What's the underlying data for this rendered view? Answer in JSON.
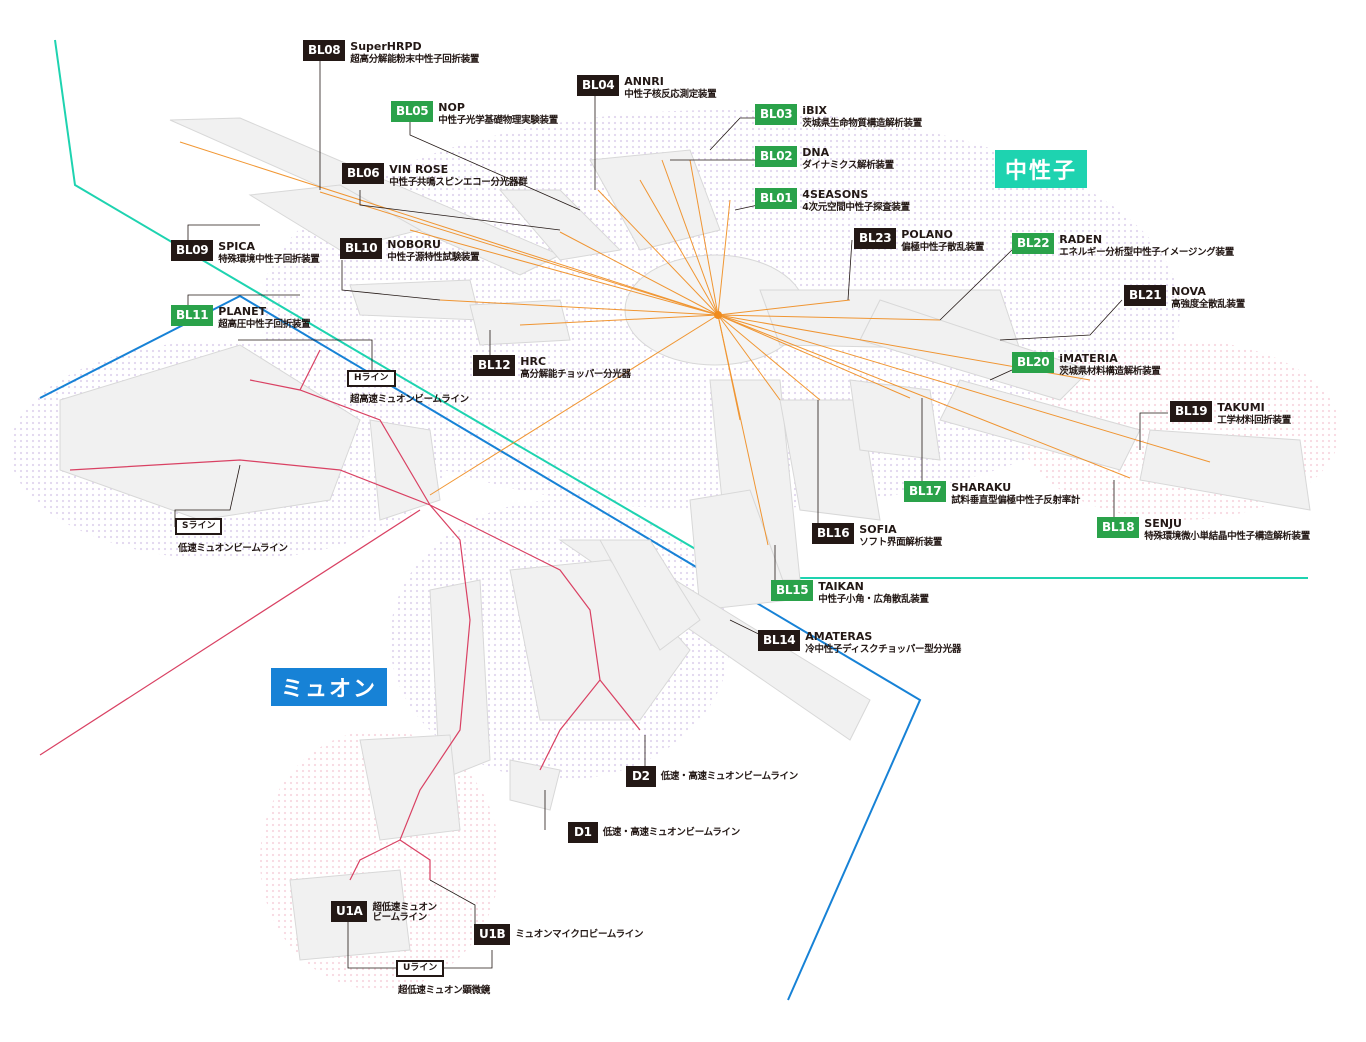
{
  "regions": {
    "neutron": {
      "label": "中性子",
      "color": "#1ed3b0"
    },
    "muon": {
      "label": "ミュオン",
      "color": "#1782d6"
    }
  },
  "colors": {
    "dark": "#231815",
    "green": "#2aa24a",
    "neutron_line": "#f08c1e",
    "muon_line": "#d94163"
  },
  "beamlines": {
    "BL08": {
      "code": "BL08",
      "name": "SuperHRPD",
      "desc": "超高分解能粉末中性子回折装置",
      "badge": "dark"
    },
    "BL04": {
      "code": "BL04",
      "name": "ANNRI",
      "desc": "中性子核反応測定装置",
      "badge": "dark"
    },
    "BL05": {
      "code": "BL05",
      "name": "NOP",
      "desc": "中性子光学基礎物理実験装置",
      "badge": "green"
    },
    "BL03": {
      "code": "BL03",
      "name": "iBIX",
      "desc": "茨城県生命物質構造解析装置",
      "badge": "green"
    },
    "BL02": {
      "code": "BL02",
      "name": "DNA",
      "desc": "ダイナミクス解析装置",
      "badge": "green"
    },
    "BL06": {
      "code": "BL06",
      "name": "VIN ROSE",
      "desc": "中性子共鳴スピンエコー分光器群",
      "badge": "dark"
    },
    "BL01": {
      "code": "BL01",
      "name": "4SEASONS",
      "desc": "4次元空間中性子探査装置",
      "badge": "green"
    },
    "BL23": {
      "code": "BL23",
      "name": "POLANO",
      "desc": "偏極中性子散乱装置",
      "badge": "dark"
    },
    "BL22": {
      "code": "BL22",
      "name": "RADEN",
      "desc": "エネルギー分析型中性子イメージング装置",
      "badge": "green"
    },
    "BL09": {
      "code": "BL09",
      "name": "SPICA",
      "desc": "特殊環境中性子回折装置",
      "badge": "dark"
    },
    "BL10": {
      "code": "BL10",
      "name": "NOBORU",
      "desc": "中性子源特性試験装置",
      "badge": "dark"
    },
    "BL21": {
      "code": "BL21",
      "name": "NOVA",
      "desc": "高強度全散乱装置",
      "badge": "dark"
    },
    "BL11": {
      "code": "BL11",
      "name": "PLANET",
      "desc": "超高圧中性子回折装置",
      "badge": "green"
    },
    "BL20": {
      "code": "BL20",
      "name": "iMATERIA",
      "desc": "茨城県材料構造解析装置",
      "badge": "green"
    },
    "BL12": {
      "code": "BL12",
      "name": "HRC",
      "desc": "高分解能チョッパー分光器",
      "badge": "dark"
    },
    "BL19": {
      "code": "BL19",
      "name": "TAKUMI",
      "desc": "工学材料回折装置",
      "badge": "dark"
    },
    "BL17": {
      "code": "BL17",
      "name": "SHARAKU",
      "desc": "試料垂直型偏極中性子反射率計",
      "badge": "green"
    },
    "BL18": {
      "code": "BL18",
      "name": "SENJU",
      "desc": "特殊環境微小単結晶中性子構造解析装置",
      "badge": "green"
    },
    "BL16": {
      "code": "BL16",
      "name": "SOFIA",
      "desc": "ソフト界面解析装置",
      "badge": "dark"
    },
    "BL15": {
      "code": "BL15",
      "name": "TAIKAN",
      "desc": "中性子小角・広角散乱装置",
      "badge": "green"
    },
    "BL14": {
      "code": "BL14",
      "name": "AMATERAS",
      "desc": "冷中性子ディスクチョッパー型分光器",
      "badge": "dark"
    }
  },
  "muon_lines": {
    "H": {
      "box": "Hライン",
      "desc": "超高速ミュオンビームライン"
    },
    "S": {
      "box": "Sライン",
      "desc": "低速ミュオンビームライン"
    },
    "U": {
      "box": "Uライン",
      "desc": "超低速ミュオン顕微鏡"
    },
    "D2": {
      "code": "D2",
      "desc": "低速・高速ミュオンビームライン"
    },
    "D1": {
      "code": "D1",
      "desc": "低速・高速ミュオンビームライン"
    },
    "U1A": {
      "code": "U1A",
      "desc_line1": "超低速ミュオン",
      "desc_line2": "ビームライン"
    },
    "U1B": {
      "code": "U1B",
      "desc": "ミュオンマイクロビームライン"
    }
  }
}
